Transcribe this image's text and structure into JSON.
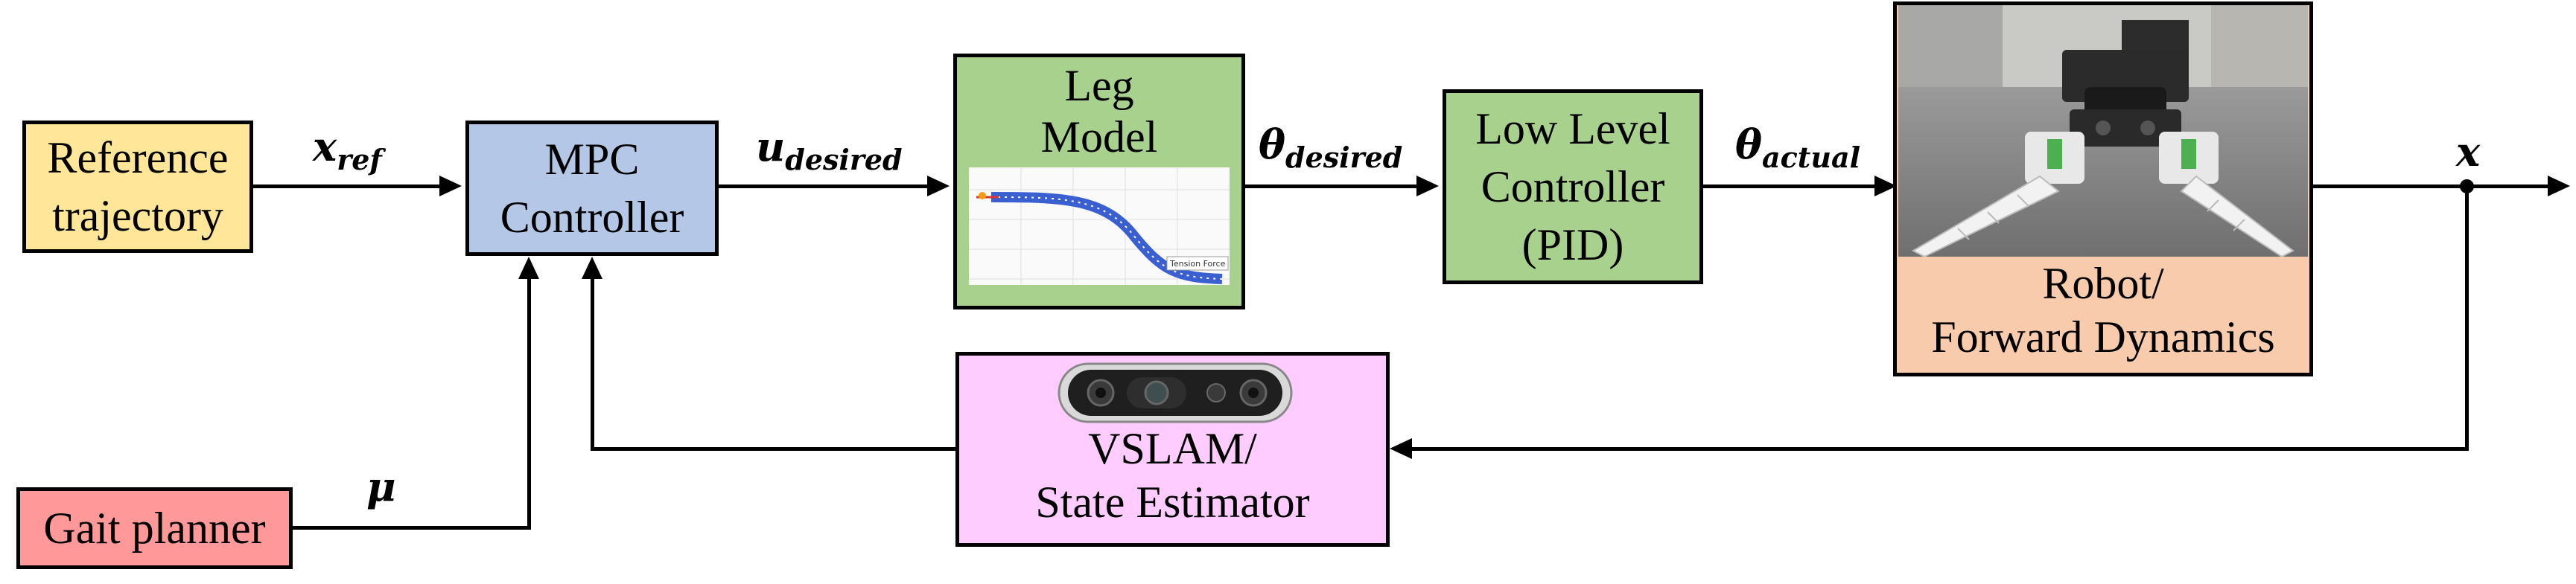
{
  "blocks": {
    "reference": {
      "line1": "Reference",
      "line2": "trajectory",
      "color": "#FFE699"
    },
    "mpc": {
      "line1": "MPC",
      "line2": "Controller",
      "color": "#B4C7E7"
    },
    "leg": {
      "line1": "Leg",
      "line2": "Model",
      "color": "#A9D18E",
      "inset_text": "Tension Force"
    },
    "low": {
      "line1": "Low Level",
      "line2": "Controller",
      "line3": "(PID)",
      "color": "#A9D18E"
    },
    "robot": {
      "line1": "Robot/",
      "line2": "Forward Dynamics",
      "color": "#F8CBAD"
    },
    "vslam": {
      "line1": "VSLAM/",
      "line2": "State Estimator",
      "color": "#FFCCFF"
    },
    "gait": {
      "line1": "Gait planner",
      "color": "#FF9999"
    }
  },
  "signals": {
    "x_ref": {
      "base": "x",
      "sub": "ref"
    },
    "u_desired": {
      "base": "u",
      "sub": "desired"
    },
    "theta_desired": {
      "base": "θ",
      "sub": "desired"
    },
    "theta_actual": {
      "base": "θ",
      "sub": "actual"
    },
    "x": {
      "base": "x"
    },
    "mu": {
      "base": "μ"
    }
  }
}
